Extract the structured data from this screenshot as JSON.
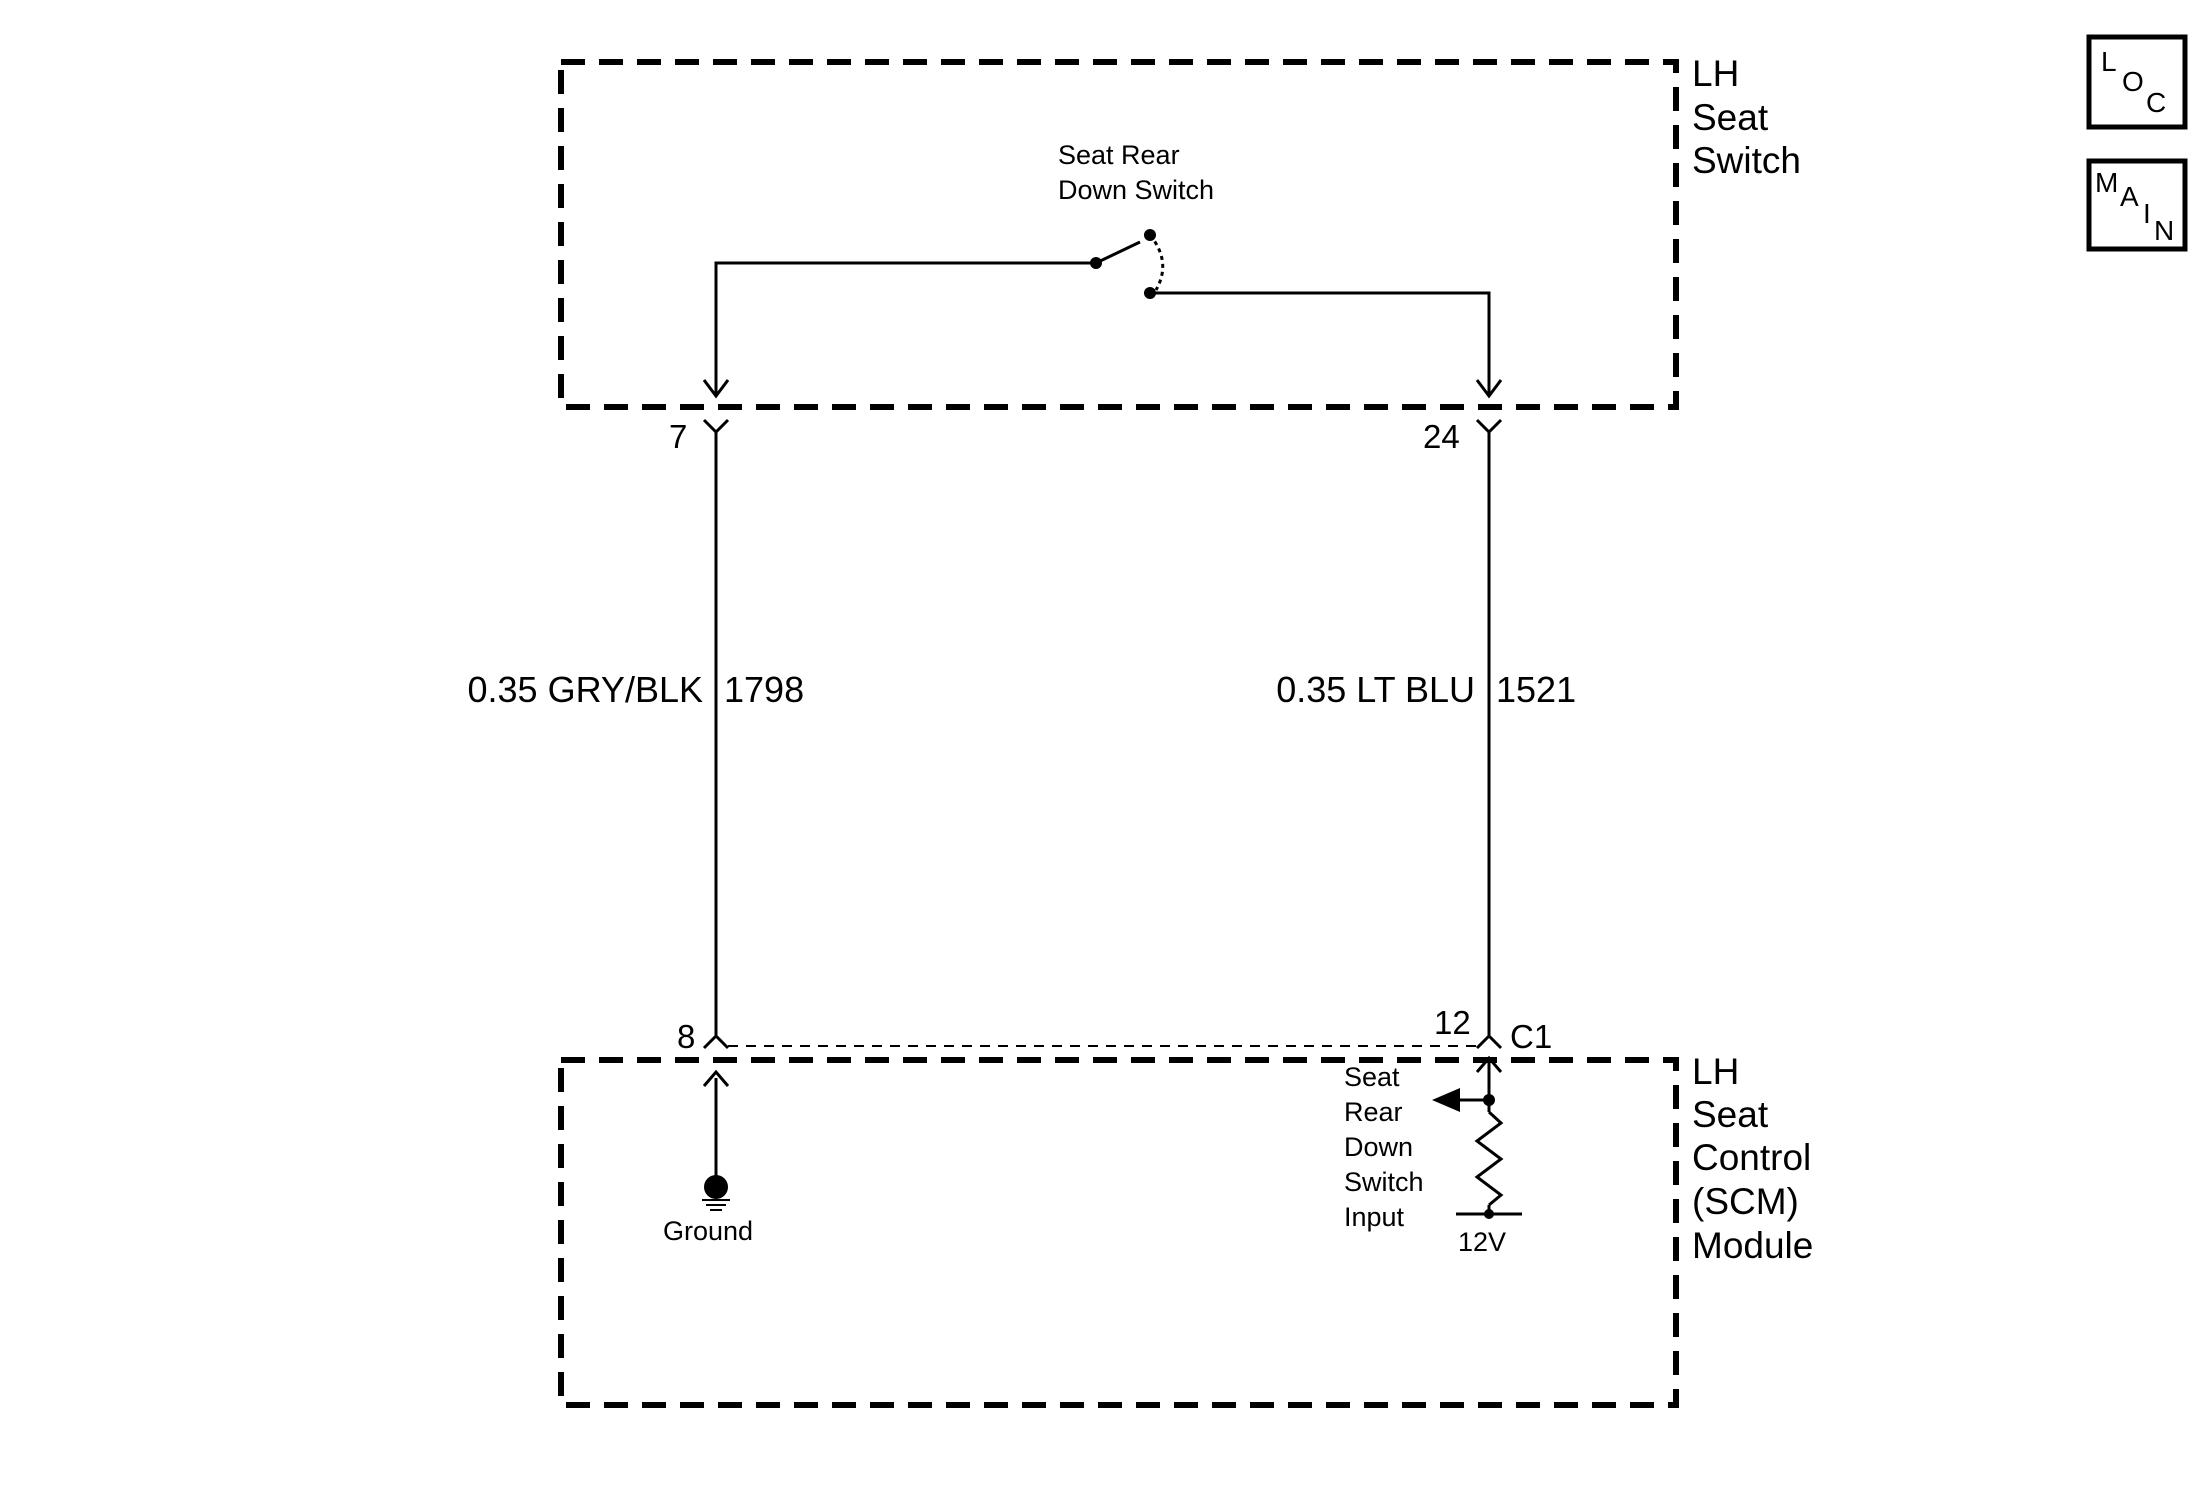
{
  "seat_switch": {
    "title_lines": [
      "LH",
      "Seat",
      "Switch"
    ],
    "switch_label_lines": [
      "Seat Rear",
      "Down Switch"
    ],
    "pin_left": "7",
    "pin_right": "24"
  },
  "wires": {
    "left": {
      "gauge_color": "0.35 GRY/BLK",
      "circuit": "1798"
    },
    "right": {
      "gauge_color": "0.35 LT BLU",
      "circuit": "1521"
    }
  },
  "control_module": {
    "title_lines": [
      "LH",
      "Seat",
      "Control",
      "(SCM)",
      "Module"
    ],
    "pin_left": "8",
    "pin_right": "12",
    "connector": "C1",
    "ground_label": "Ground",
    "input_label_lines": [
      "Seat",
      "Rear",
      "Down",
      "Switch",
      "Input"
    ],
    "voltage_label": "12V"
  },
  "nav_buttons": {
    "loc": [
      "L",
      "O",
      "C"
    ],
    "main": [
      "M",
      "A",
      "I",
      "N"
    ]
  }
}
